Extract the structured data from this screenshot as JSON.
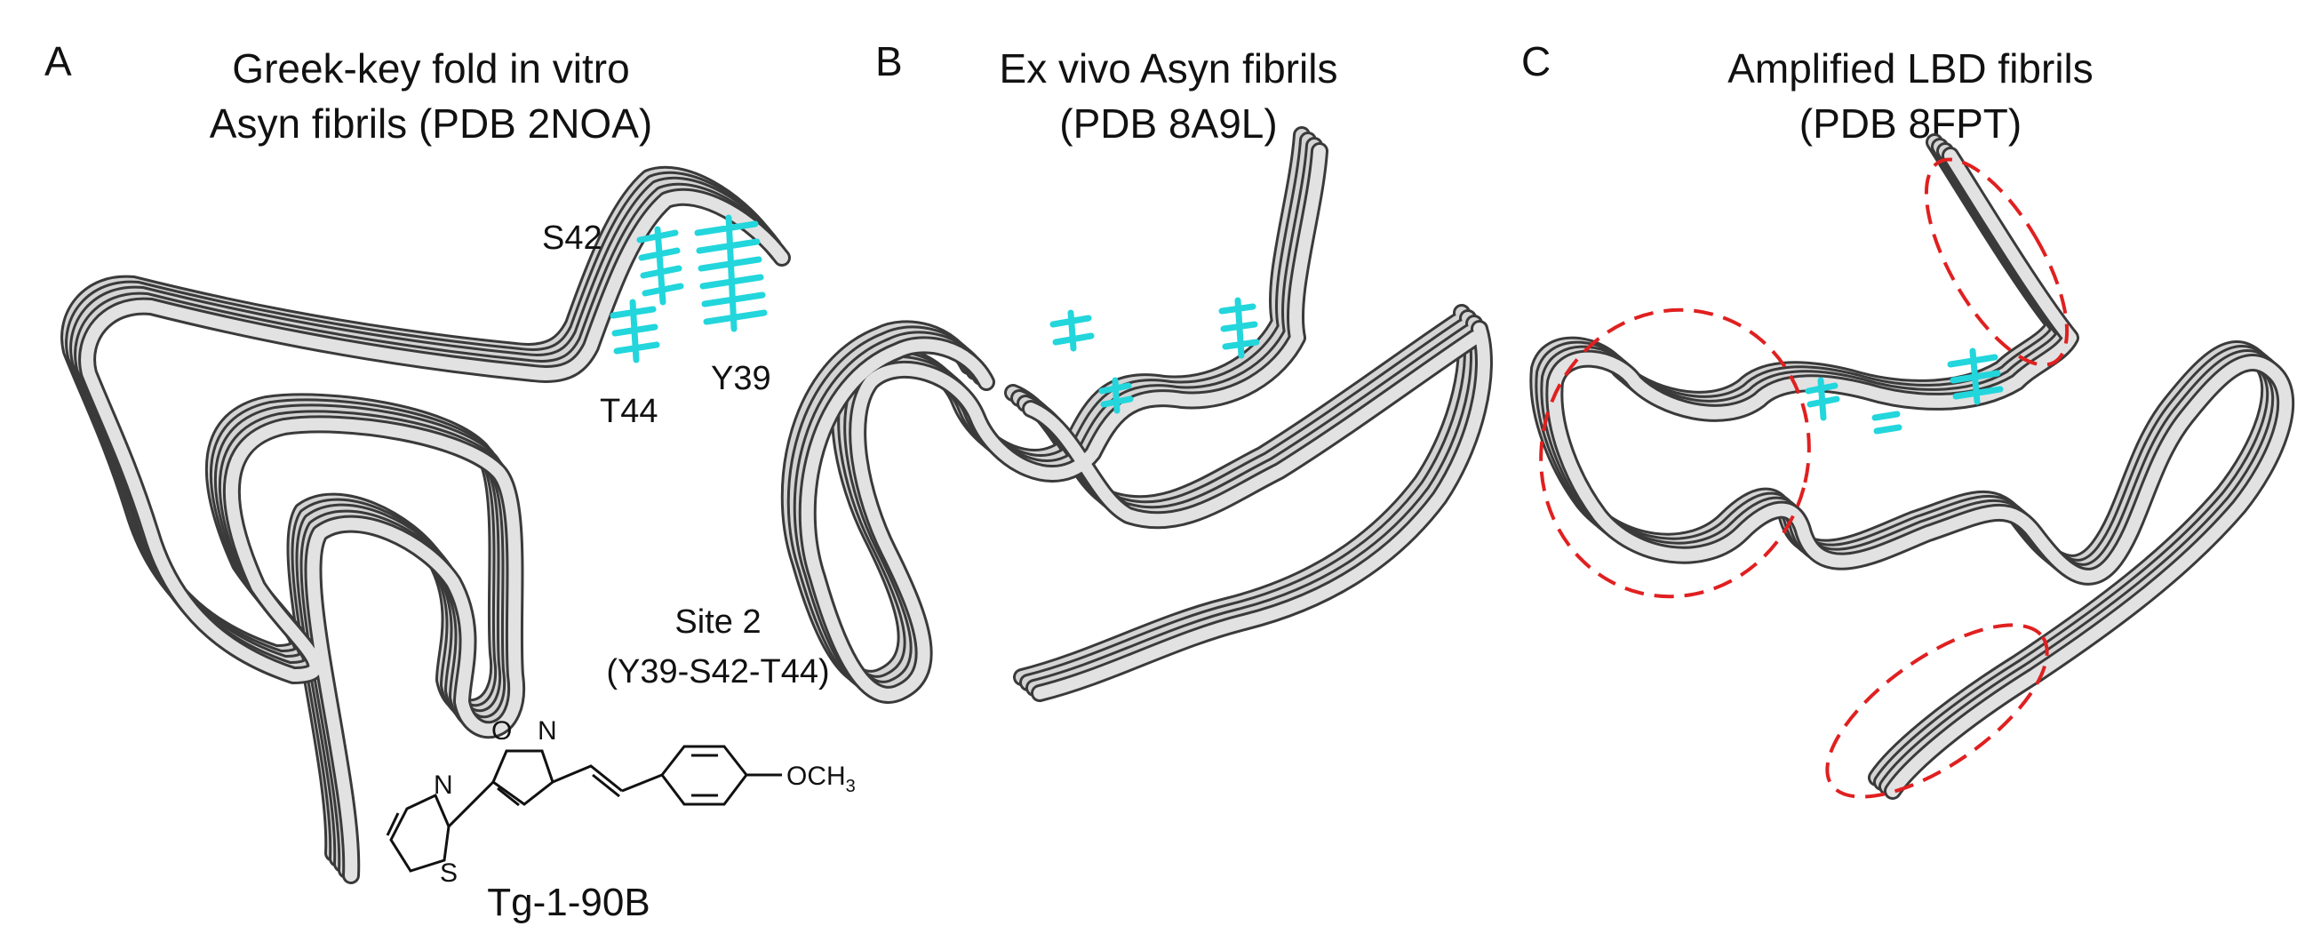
{
  "panels": [
    {
      "letter": "A",
      "title_lines": [
        "Greek-key fold in vitro",
        "Asyn fibrils (PDB 2NOA)"
      ],
      "residues": [
        "S42",
        "Y39",
        "T44"
      ],
      "site_lines": [
        "Site 2",
        "(Y39-S42-T44)"
      ],
      "compound": {
        "name": "Tg-1-90B",
        "atoms": {
          "ring_o": "O",
          "ring_n": "N",
          "thiazole_n": "N",
          "thiazole_s": "S",
          "methoxy": "OCH",
          "methoxy_sub": "3"
        }
      }
    },
    {
      "letter": "B",
      "title_lines": [
        "Ex vivo Asyn fibrils",
        "(PDB 8A9L)"
      ]
    },
    {
      "letter": "C",
      "title_lines": [
        "Amplified LBD fibrils",
        "(PDB 8FPT)"
      ]
    }
  ],
  "colors": {
    "ribbon_fill": "#d4d4d4",
    "ribbon_edge": "#3a3a3a",
    "ligand_cyan": "#22d6dc",
    "highlight_red": "#e02020",
    "text": "#111111"
  },
  "icons": [
    "fibril-ribbon",
    "ligand-stick-model",
    "dashed-ellipse",
    "chemical-structure"
  ]
}
